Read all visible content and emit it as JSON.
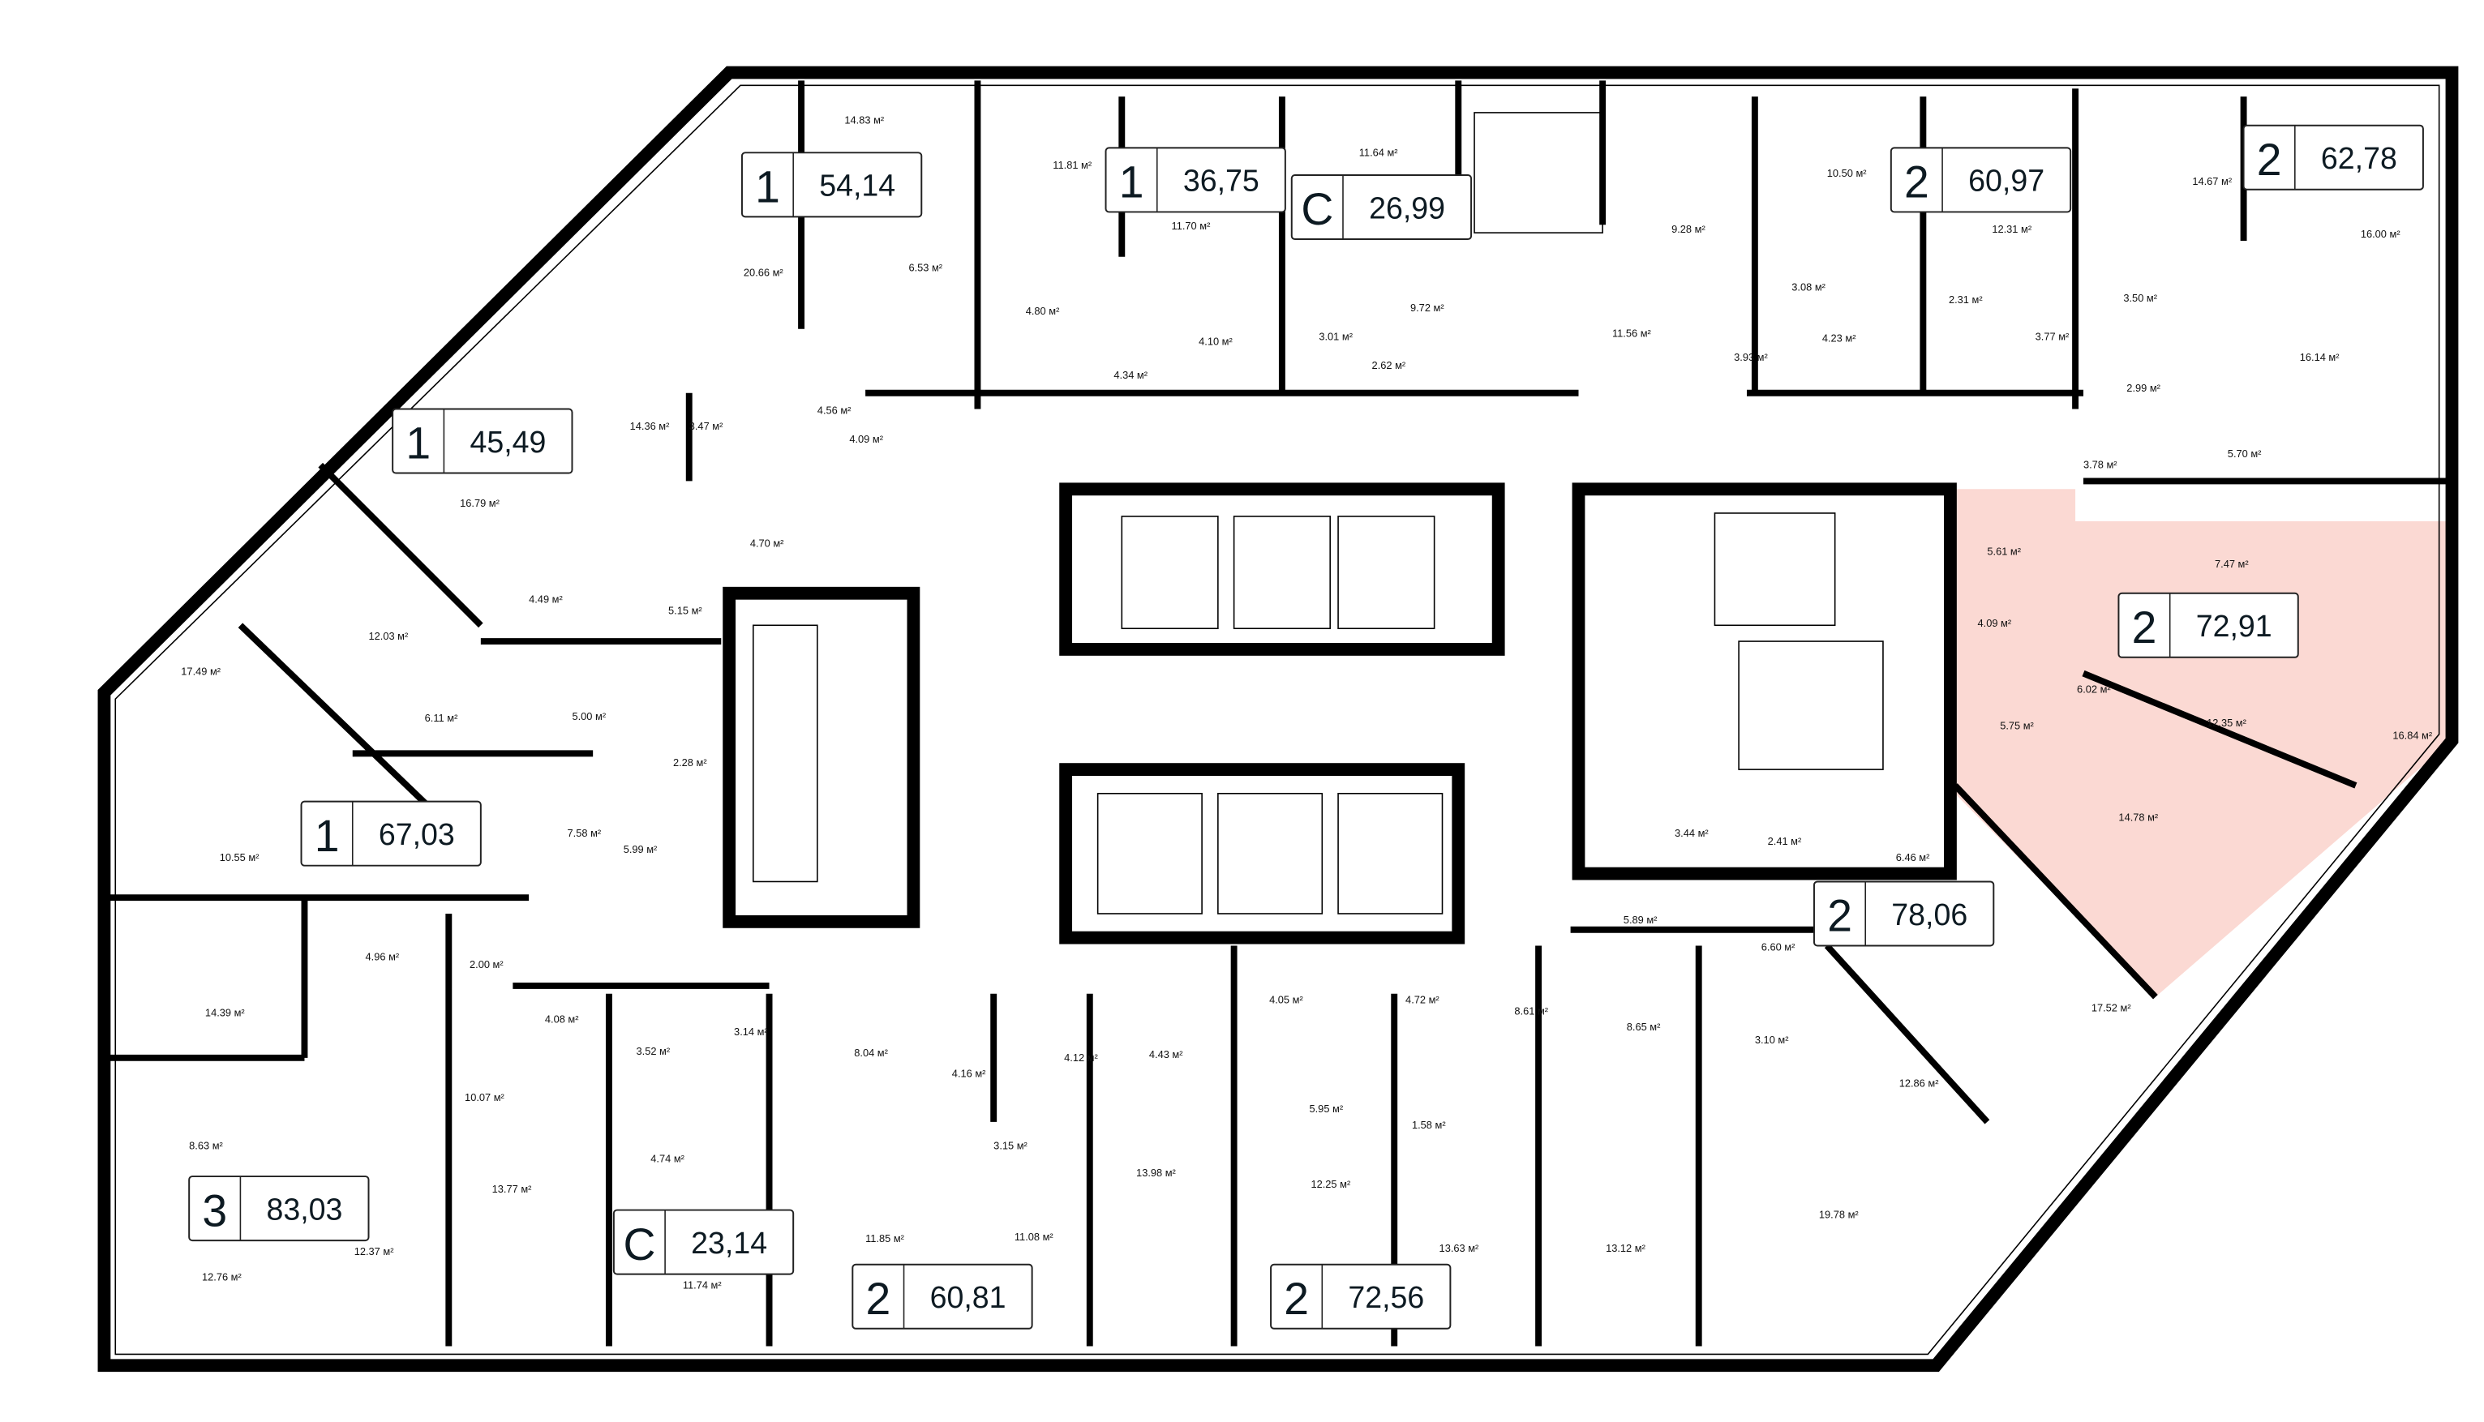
{
  "colors": {
    "highlight": "#fbd9d3",
    "wall": "#000000",
    "background": "#ffffff"
  },
  "apartments": [
    {
      "rooms": "1",
      "area": "54,14"
    },
    {
      "rooms": "1",
      "area": "36,75"
    },
    {
      "rooms": "C",
      "area": "26,99"
    },
    {
      "rooms": "2",
      "area": "60,97"
    },
    {
      "rooms": "2",
      "area": "62,78"
    },
    {
      "rooms": "1",
      "area": "45,49"
    },
    {
      "rooms": "1",
      "area": "67,03"
    },
    {
      "rooms": "3",
      "area": "83,03"
    },
    {
      "rooms": "C",
      "area": "23,14"
    },
    {
      "rooms": "2",
      "area": "60,81"
    },
    {
      "rooms": "2",
      "area": "72,56"
    },
    {
      "rooms": "2",
      "area": "78,06"
    },
    {
      "rooms": "2",
      "area": "72,91",
      "highlighted": true
    }
  ],
  "unit": "м²",
  "rooms": [
    "14.83",
    "11.81",
    "11.64",
    "20.66",
    "11.70",
    "10.50",
    "12.31",
    "14.67",
    "16.00",
    "6.53",
    "4.80",
    "9.28",
    "9.72",
    "11.56",
    "3.08",
    "4.23",
    "2.31",
    "3.50",
    "3.77",
    "16.14",
    "14.36",
    "3.47",
    "4.56",
    "4.09",
    "4.10",
    "3.01",
    "2.62",
    "4.34",
    "3.93",
    "2.99",
    "3.78",
    "5.70",
    "16.79",
    "4.70",
    "4.49",
    "5.15",
    "7.47",
    "5.61",
    "12.03",
    "17.49",
    "5.00",
    "6.11",
    "2.28",
    "4.09",
    "6.02",
    "5.75",
    "12.35",
    "16.84",
    "7.58",
    "5.99",
    "10.55",
    "3.44",
    "2.41",
    "6.46",
    "14.78",
    "5.89",
    "6.60",
    "2.00",
    "4.96",
    "14.39",
    "17.52",
    "3.14",
    "4.08",
    "3.52",
    "4.05",
    "4.72",
    "8.61",
    "8.65",
    "3.10",
    "4.12",
    "4.43",
    "4.16",
    "8.04",
    "10.07",
    "8.63",
    "1.58",
    "5.95",
    "12.86",
    "4.74",
    "13.77",
    "3.15",
    "12.25",
    "13.98",
    "11.85",
    "11.08",
    "12.37",
    "13.63",
    "13.12",
    "19.78",
    "12.76",
    "11.74"
  ]
}
